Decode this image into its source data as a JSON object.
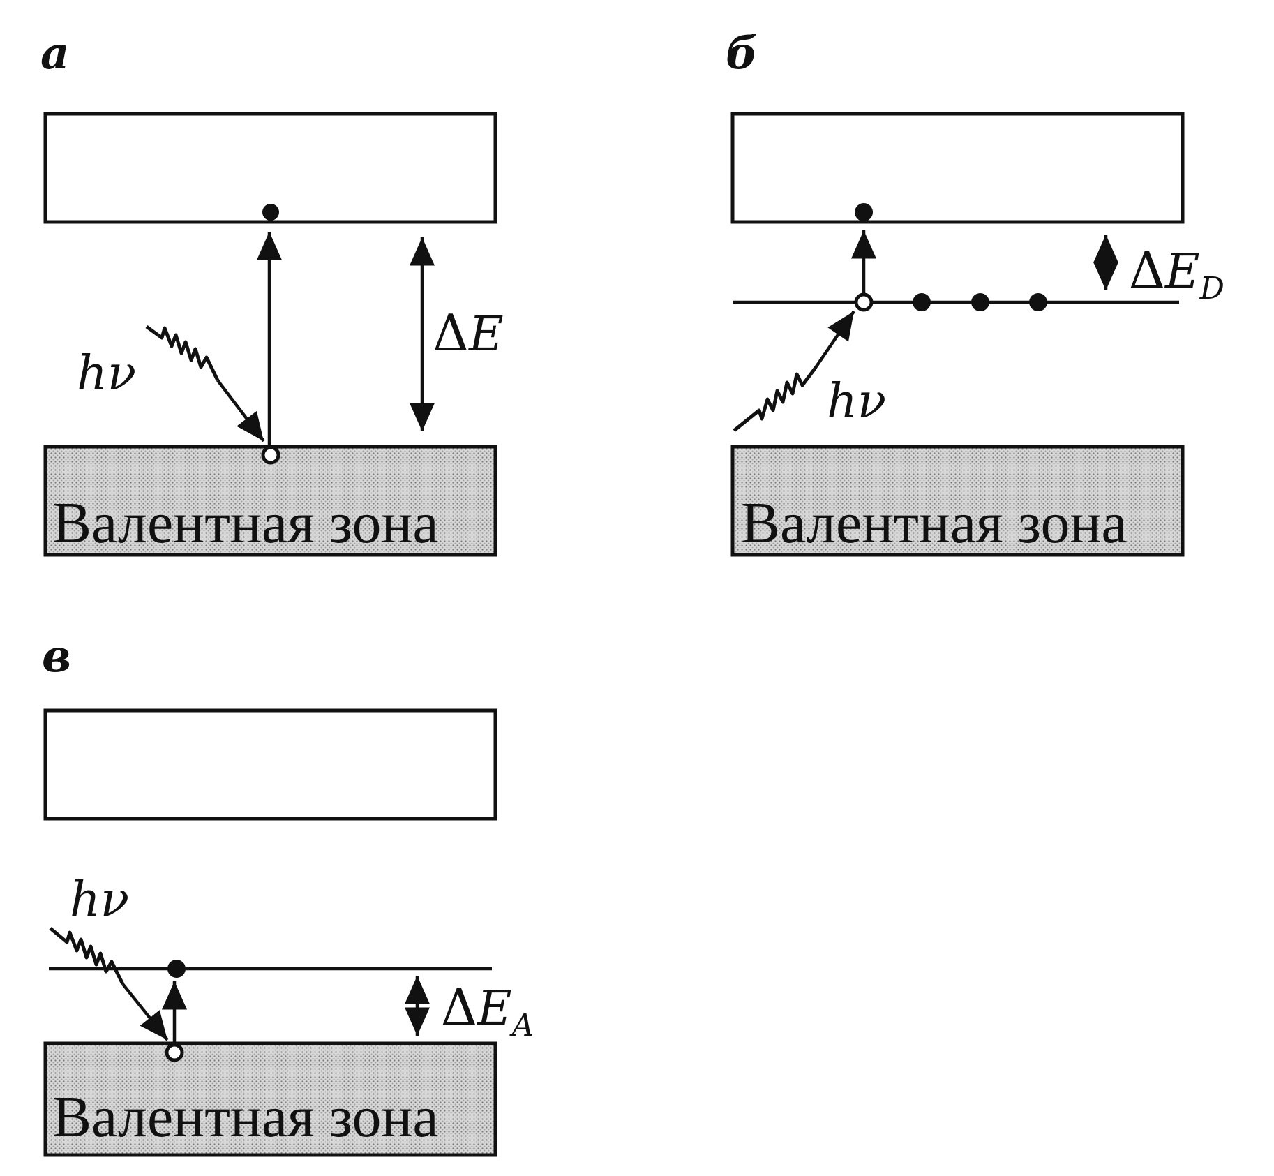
{
  "panels": {
    "a": {
      "letter": "а",
      "valence_label": "Валентная зона",
      "photon": "hν",
      "gap": {
        "delta": "Δ",
        "symbol": "E",
        "subscript": ""
      }
    },
    "b": {
      "letter": "б",
      "valence_label": "Валентная зона",
      "photon": "hν",
      "gap": {
        "delta": "Δ",
        "symbol": "E",
        "subscript": "D"
      }
    },
    "c": {
      "letter": "в",
      "valence_label": "Валентная зона",
      "photon": "hν",
      "gap": {
        "delta": "Δ",
        "symbol": "E",
        "subscript": "A"
      }
    }
  }
}
